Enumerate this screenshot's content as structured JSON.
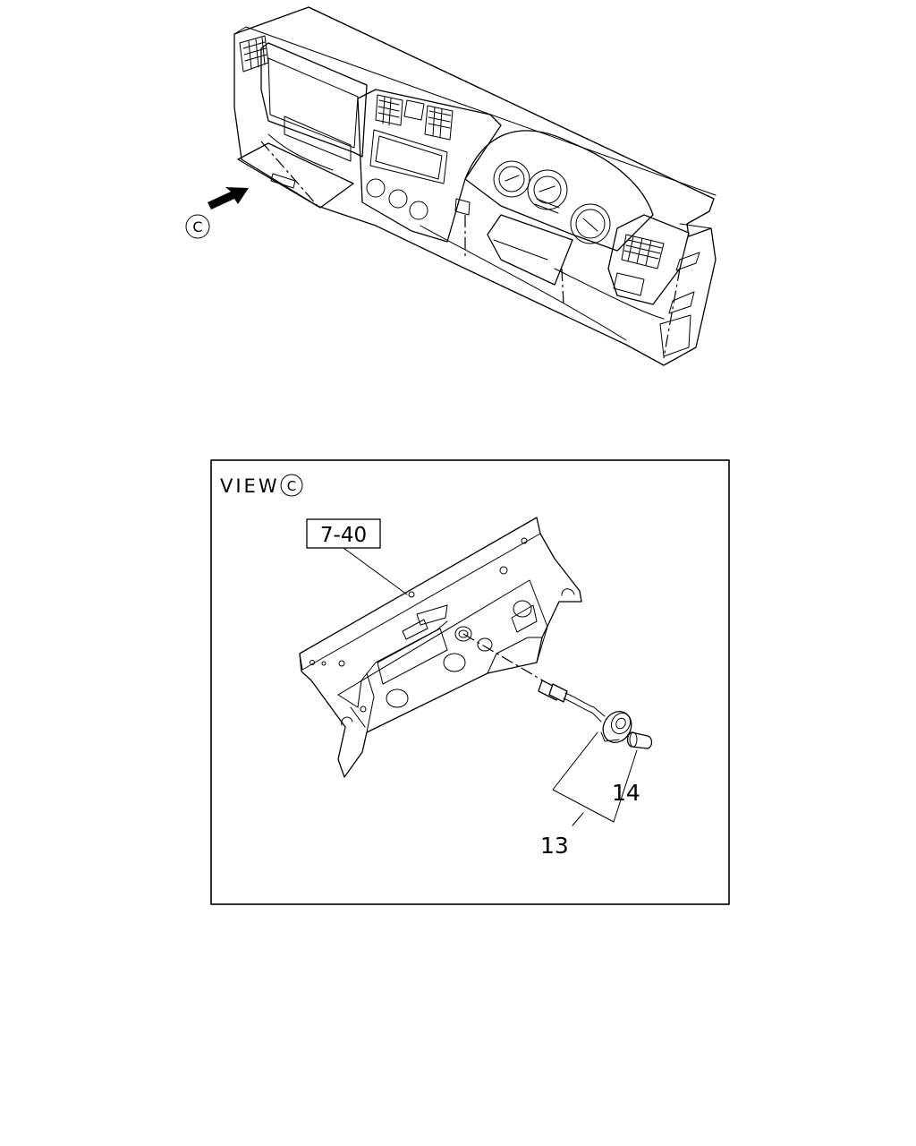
{
  "callout_letter": "C",
  "view_label": "VIEW",
  "view_letter": "C",
  "reference_box": "7-40",
  "part_numbers": {
    "p13": "13",
    "p14": "14"
  }
}
